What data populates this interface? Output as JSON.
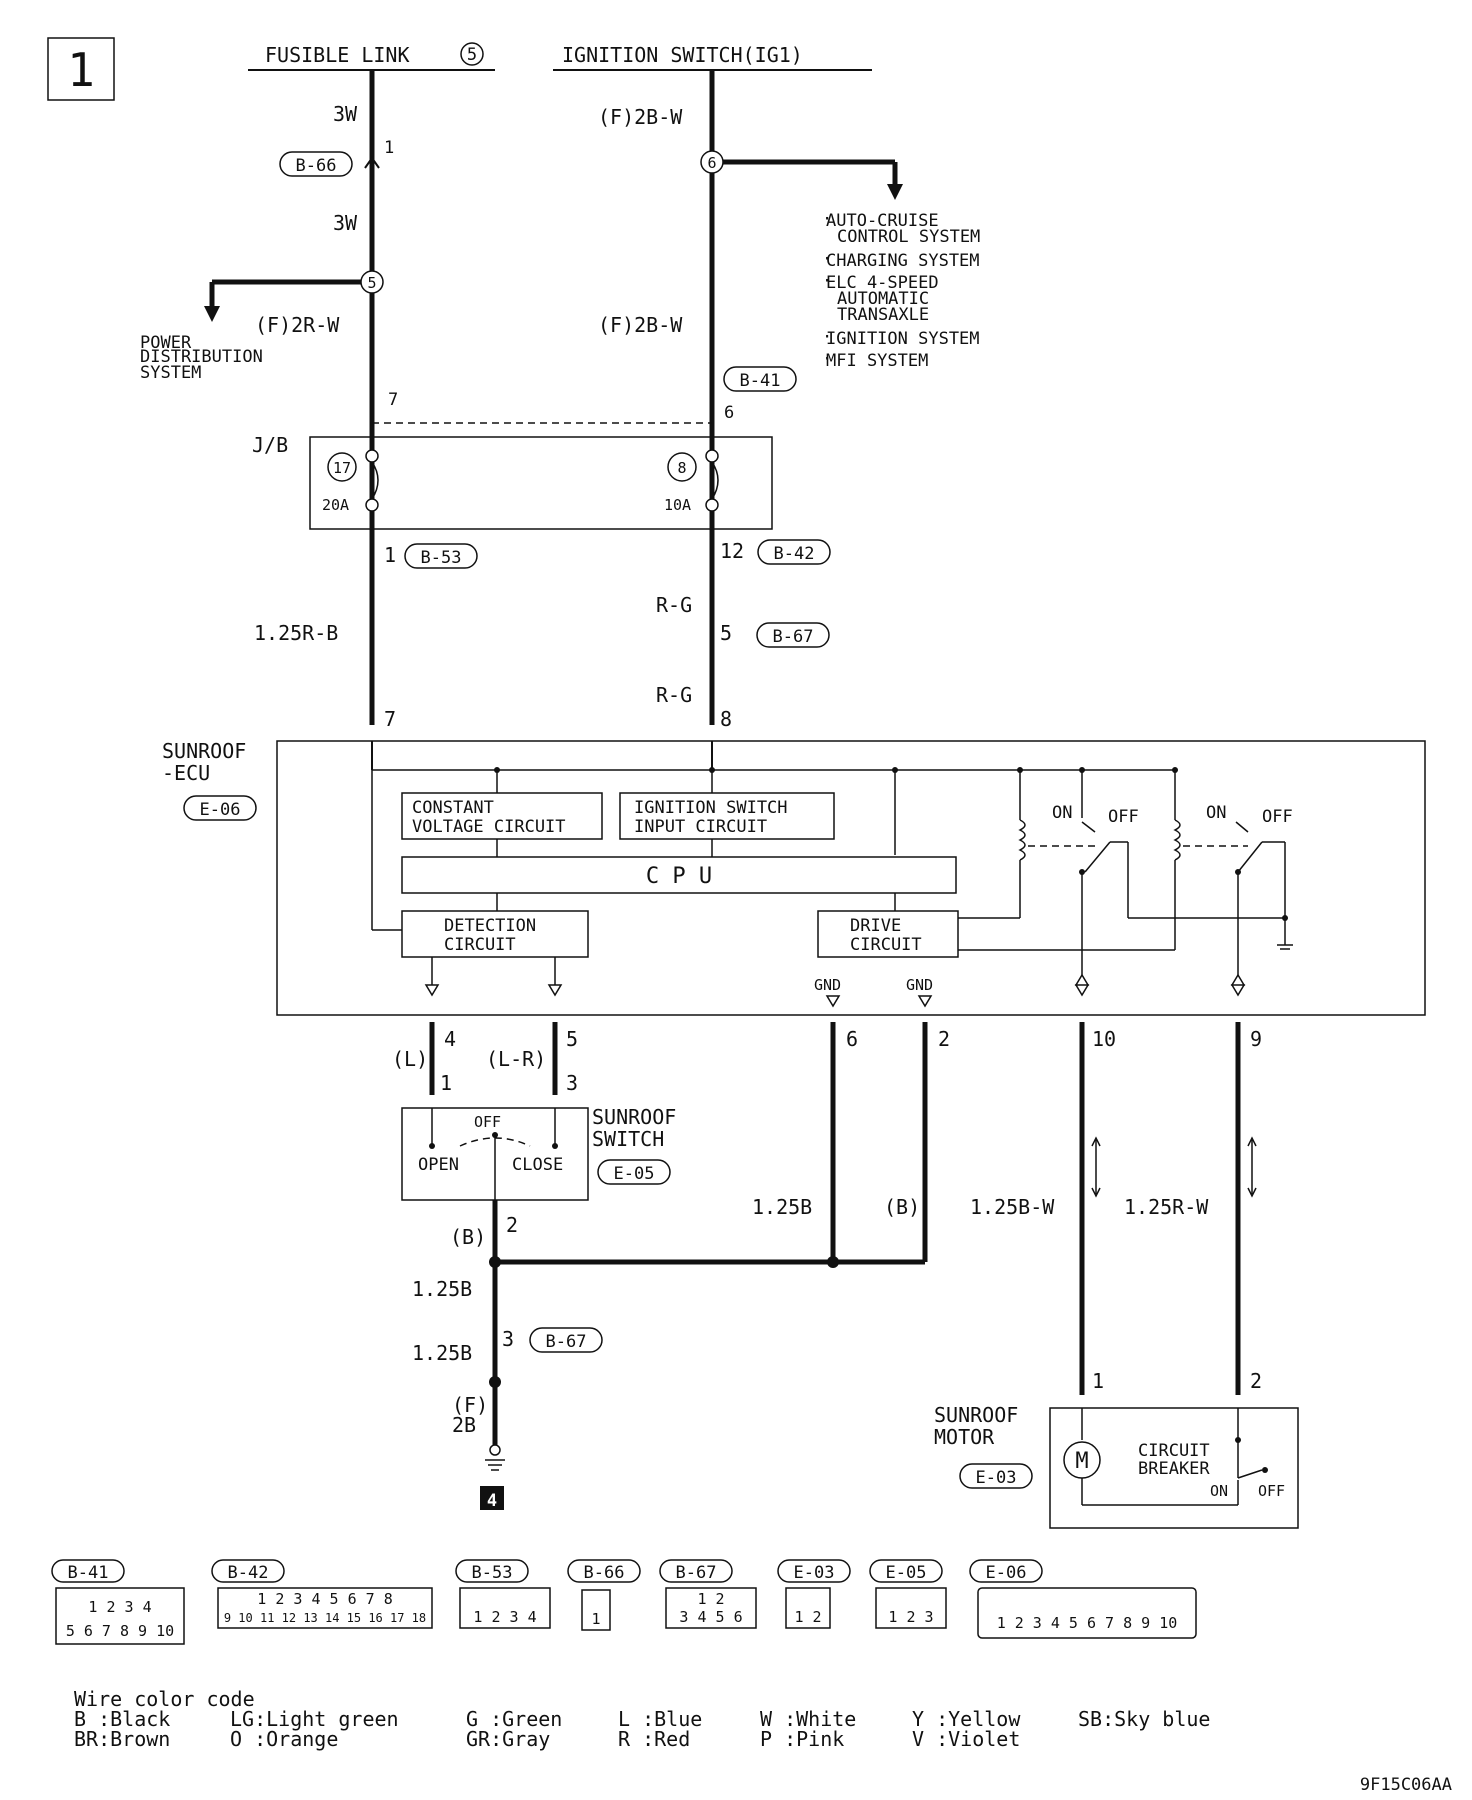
{
  "page_label": "1",
  "sources": {
    "fusible_link": "FUSIBLE LINK",
    "fusible_link_num": "5",
    "ignition_switch": "IGNITION SWITCH(IG1)"
  },
  "wires": {
    "w3w_a": "3W",
    "w3w_b": "3W",
    "f2bw_a": "(F)2B-W",
    "f2bw_b": "(F)2B-W",
    "f2rw": "(F)2R-W",
    "r125rb": "1.25R-B",
    "rg_a": "R-G",
    "rg_b": "R-G",
    "l": "(L)",
    "lr": "(L-R)",
    "b125_a": "1.25B",
    "b_a": "(B)",
    "b_b": "(B)",
    "b125_b": "1.25B",
    "b125_c": "1.25B",
    "bw125": "1.25B-W",
    "rw125": "1.25R-W",
    "f2b_1": "(F)",
    "f2b_2": "2B"
  },
  "connectors": {
    "b66": "B-66",
    "b41": "B-41",
    "b53": "B-53",
    "b42": "B-42",
    "b67a": "B-67",
    "b67b": "B-67",
    "e06": "E-06",
    "e05": "E-05",
    "e03": "E-03"
  },
  "pins": {
    "p1_top": "1",
    "p6_node": "6",
    "p5_node": "5",
    "jb7": "7",
    "jb6": "6",
    "jb1": "1",
    "jb12": "12",
    "b67_5": "5",
    "ecu7": "7",
    "ecu8": "8",
    "ecu4": "4",
    "ecu5": "5",
    "ecu6": "6",
    "ecu2": "2",
    "ecu10": "10",
    "ecu9": "9",
    "sw1": "1",
    "sw3": "3",
    "sw2": "2",
    "b67_3": "3",
    "m1": "1",
    "m2": "2"
  },
  "branch_systems": [
    "AUTO-CRUISE",
    "CONTROL SYSTEM",
    "CHARGING SYSTEM",
    "ELC 4-SPEED",
    "AUTOMATIC",
    "TRANSAXLE",
    "IGNITION SYSTEM",
    "MFI SYSTEM"
  ],
  "power_dist": [
    "POWER",
    "DISTRIBUTION",
    "SYSTEM"
  ],
  "jb": {
    "label": "J/B",
    "fuse17": "17",
    "fuse17_amp": "20A",
    "fuse8": "8",
    "fuse8_amp": "10A"
  },
  "ecu": {
    "label1": "SUNROOF",
    "label2": "-ECU",
    "cv1": "CONSTANT",
    "cv2": "VOLTAGE CIRCUIT",
    "ig1": "IGNITION SWITCH",
    "ig2": "INPUT CIRCUIT",
    "cpu": "C P U",
    "det1": "DETECTION",
    "det2": "CIRCUIT",
    "drv1": "DRIVE",
    "drv2": "CIRCUIT",
    "gnd_a": "GND",
    "gnd_b": "GND",
    "on_a": "ON",
    "off_a": "OFF",
    "on_b": "ON",
    "off_b": "OFF"
  },
  "switch": {
    "label1": "SUNROOF",
    "label2": "SWITCH",
    "off": "OFF",
    "open": "OPEN",
    "close": "CLOSE"
  },
  "motor": {
    "label1": "SUNROOF",
    "label2": "MOTOR",
    "m": "M",
    "cb1": "CIRCUIT",
    "cb2": "BREAKER",
    "on": "ON",
    "off": "OFF"
  },
  "ground_ref": "4",
  "connector_views": [
    {
      "id": "B-41",
      "pins": "1 2 3 4 / 5 6 7 8 9 10"
    },
    {
      "id": "B-42",
      "pins": "1 2 3 4 5 6 7 8 / 9 10 11 12 13 14 15 16 17 18"
    },
    {
      "id": "B-53",
      "pins": "1 2 3 4"
    },
    {
      "id": "B-66",
      "pins": "1"
    },
    {
      "id": "B-67",
      "pins": "1 2 / 3 4 5 6"
    },
    {
      "id": "E-03",
      "pins": "1 2"
    },
    {
      "id": "E-05",
      "pins": "1 2 3"
    },
    {
      "id": "E-06",
      "pins": "1 2 3 4 5 6 7 8 9 10"
    }
  ],
  "wire_color_code": {
    "title": "Wire color code",
    "row1": [
      "B :Black",
      "LG:Light green",
      "G :Green",
      "L :Blue",
      "W :White",
      "Y :Yellow",
      "SB:Sky blue"
    ],
    "row2": [
      "BR:Brown",
      "O :Orange",
      "GR:Gray",
      "R :Red",
      "P :Pink",
      "V :Violet"
    ]
  },
  "figure_code": "9F15C06AA"
}
